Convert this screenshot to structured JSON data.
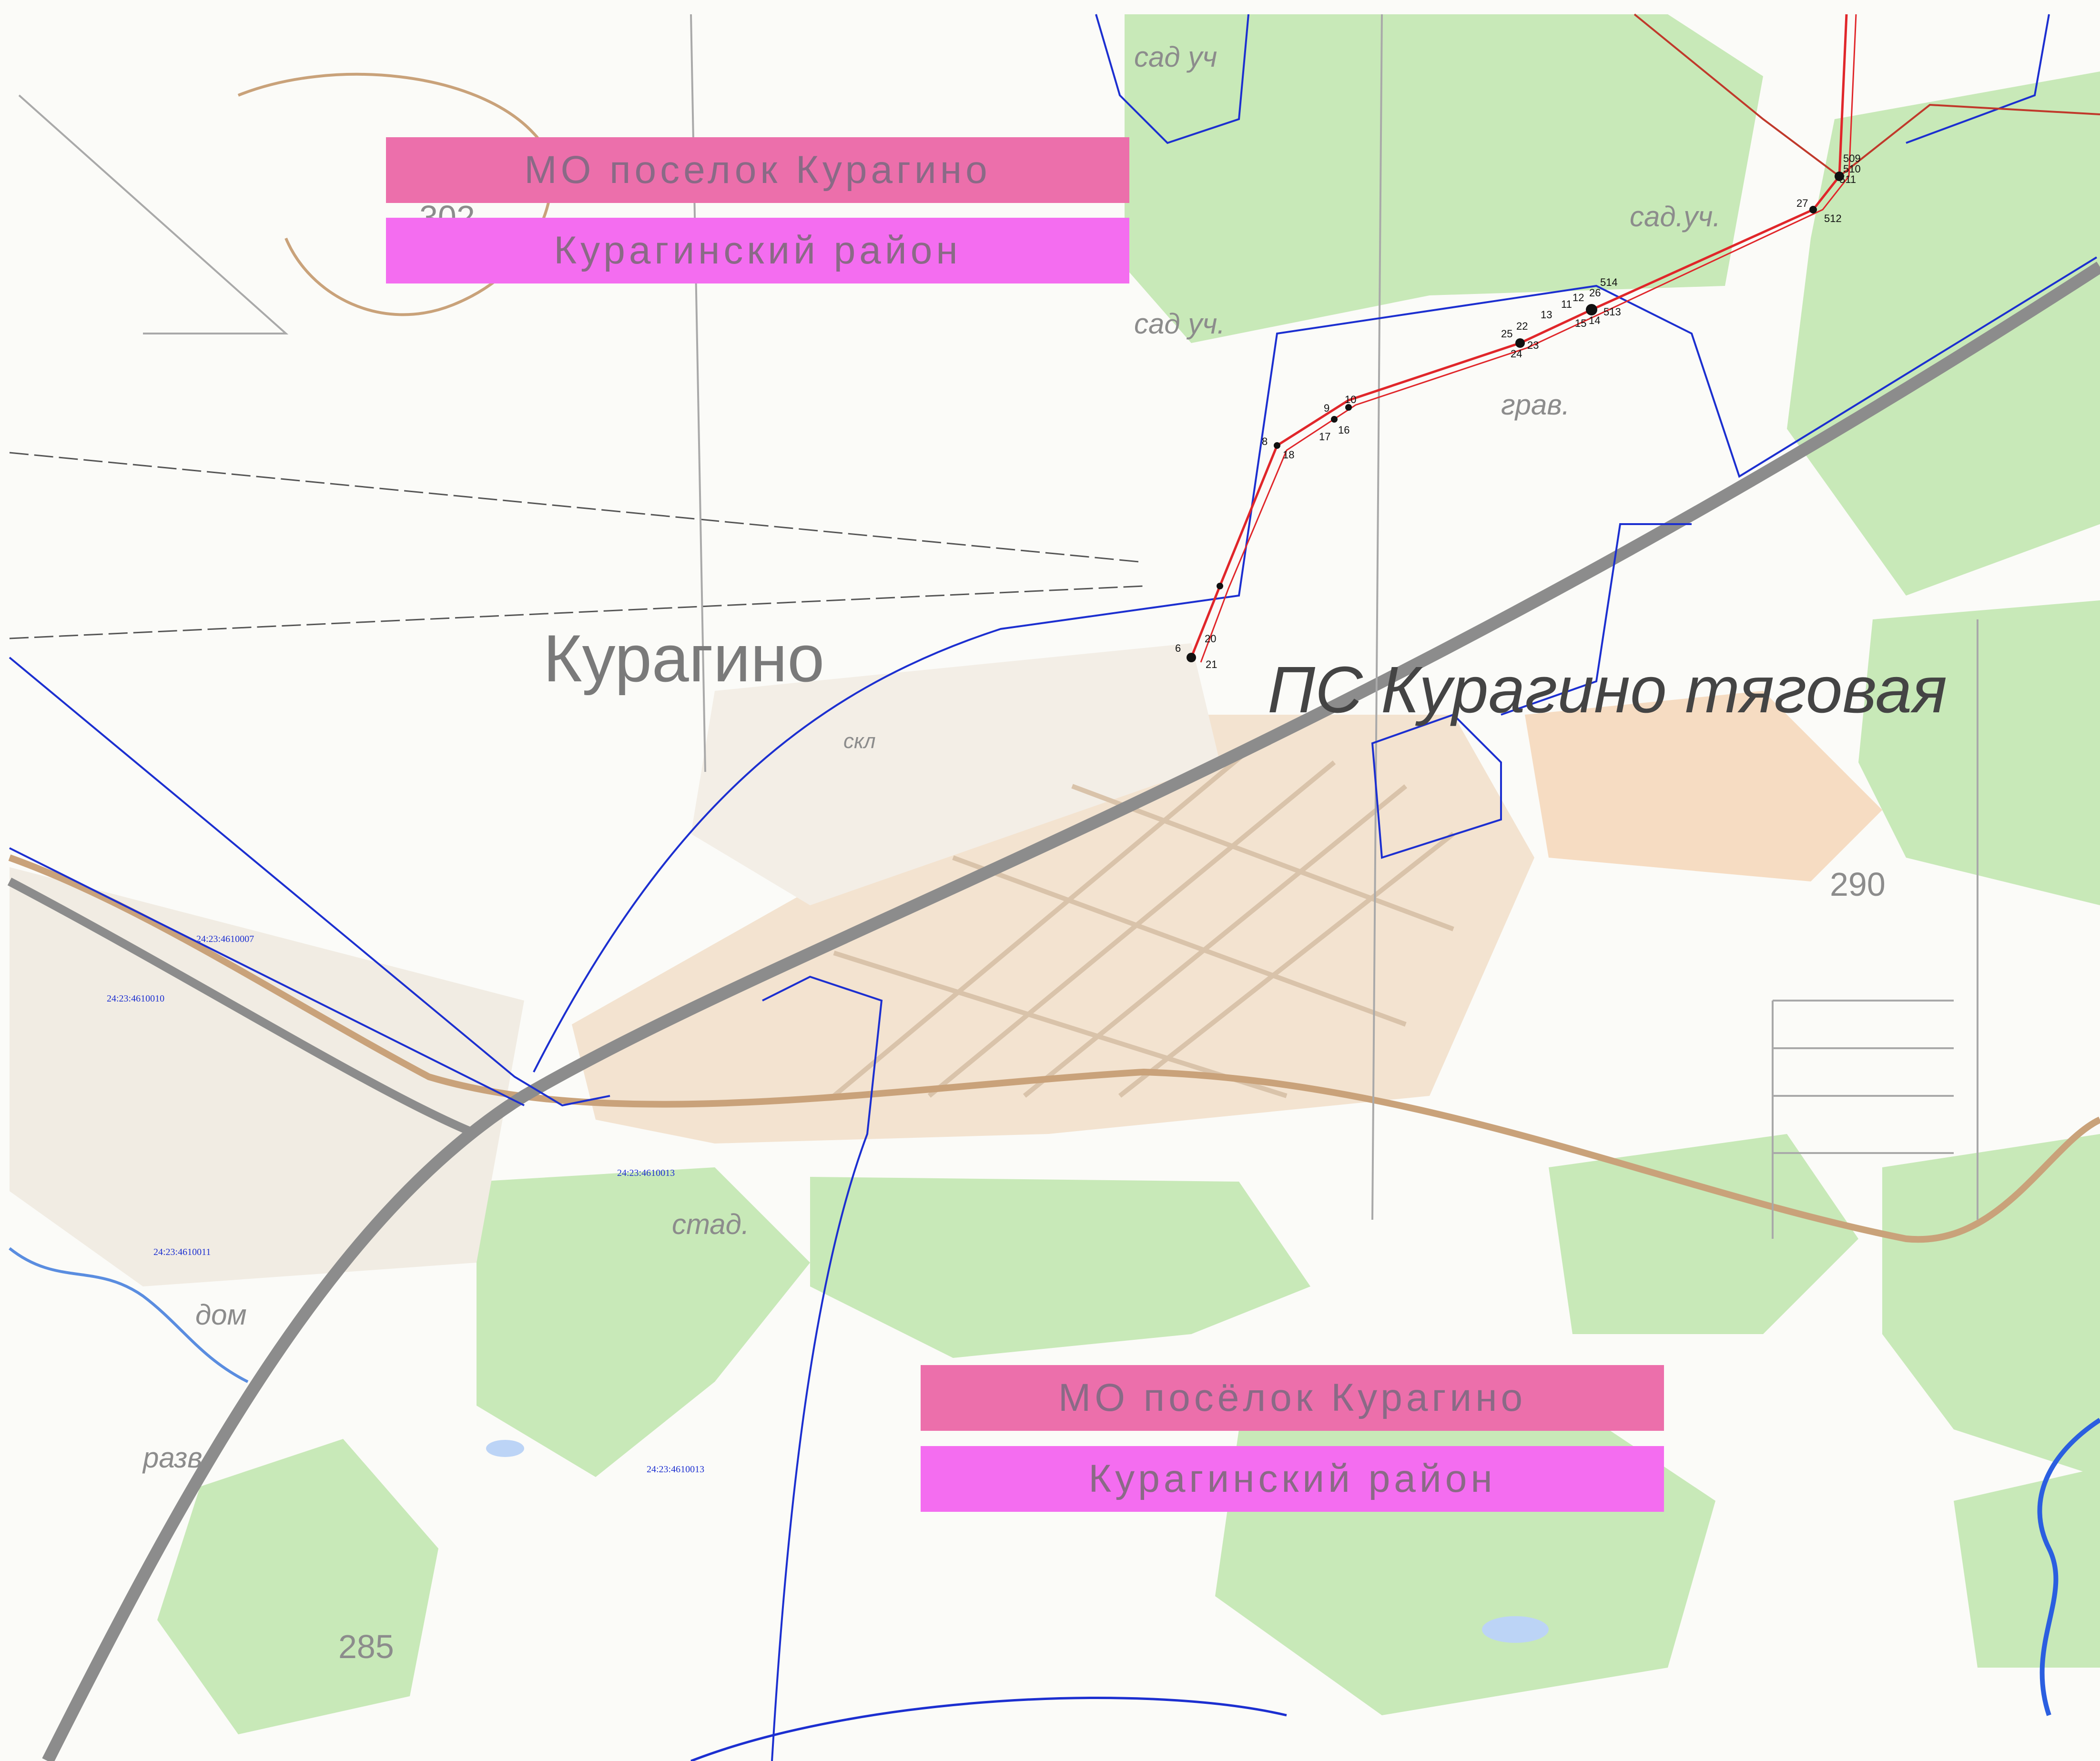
{
  "banners": {
    "top_primary": "МО поселок Курагино",
    "top_secondary": "Курагинский район",
    "bottom_primary": "МО посёлок Курагино",
    "bottom_secondary": "Курагинский район"
  },
  "labels": {
    "town": "Курагино",
    "substation": "ПС Курагино тяговая",
    "garden_1": "сад уч",
    "garden_2": "сад.уч.",
    "garden_3": "сад уч.",
    "gravel": "грав.",
    "stadium": "стад.",
    "ruins": "разв",
    "houses": "дом",
    "warehouse": "скл"
  },
  "elevations": {
    "e302": "302",
    "e290": "290",
    "e285": "285"
  },
  "cadastral": {
    "q7": "24:23:4610007",
    "q10": "24:23:4610010",
    "q11": "24:23:4610011",
    "q13a": "24:23:4610013",
    "q13b": "24:23:4610013"
  },
  "route_points": {
    "p509": "509",
    "p510": "510",
    "p511": "511",
    "p512": "512",
    "p27": "27",
    "p514": "514",
    "p26": "26",
    "p12": "12",
    "p11": "11",
    "p513": "513",
    "p15": "15",
    "p14": "14",
    "p13": "13",
    "p25": "25",
    "p22": "22",
    "p23": "23",
    "p24": "24",
    "p10": "10",
    "p9": "9",
    "p17": "17",
    "p16": "16",
    "p8": "8",
    "p18": "18",
    "p20": "20",
    "p6": "6",
    "p21": "21"
  },
  "colors": {
    "forest": "#c5e8b5",
    "settlement": "#f6dcc2",
    "road": "#bbbbbb",
    "railway": "#8c8c8c",
    "cadastre": "#1c2fd0",
    "route": "#e0262a",
    "river": "#2b5fe0",
    "banner_primary": "#ec6fab",
    "banner_secondary": "#f46df0"
  }
}
